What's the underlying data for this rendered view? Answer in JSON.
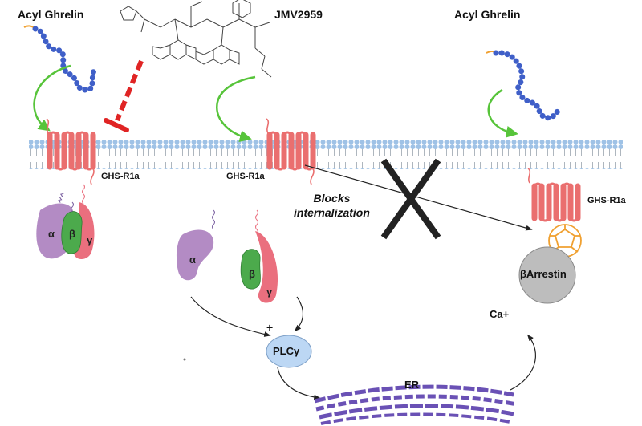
{
  "labels": {
    "acyl_ghrelin_left": "Acyl Ghrelin",
    "jmv": "JMV2959",
    "acyl_ghrelin_right": "Acyl Ghrelin",
    "ghsr_left": "GHS-R1a",
    "ghsr_middle": "GHS-R1a",
    "ghsr_right": "GHS-R1a",
    "blocks_line1": "Blocks",
    "blocks_line2": "internalization",
    "alpha": "α",
    "beta": "β",
    "gamma": "γ",
    "plc": "PLCγ",
    "plus": "+",
    "er": "ER",
    "ca": "Ca+",
    "arrestin": "βArrestin"
  },
  "colors": {
    "ghrelin_chain": "#3f5fc8",
    "ghrelin_tail": "#f0a030",
    "membrane_head": "#9fc2e6",
    "receptor": "#ea6f6f",
    "activation_arrow": "#57c43a",
    "inhibit_arrow": "#e02424",
    "g_alpha": "#b38bc4",
    "g_beta": "#4caa4c",
    "g_gamma": "#ea6f7e",
    "plc": "#bcd7f4",
    "er": "#6a51b5",
    "arrestin": "#bdbdbd",
    "clathrin": "#f0a030"
  }
}
